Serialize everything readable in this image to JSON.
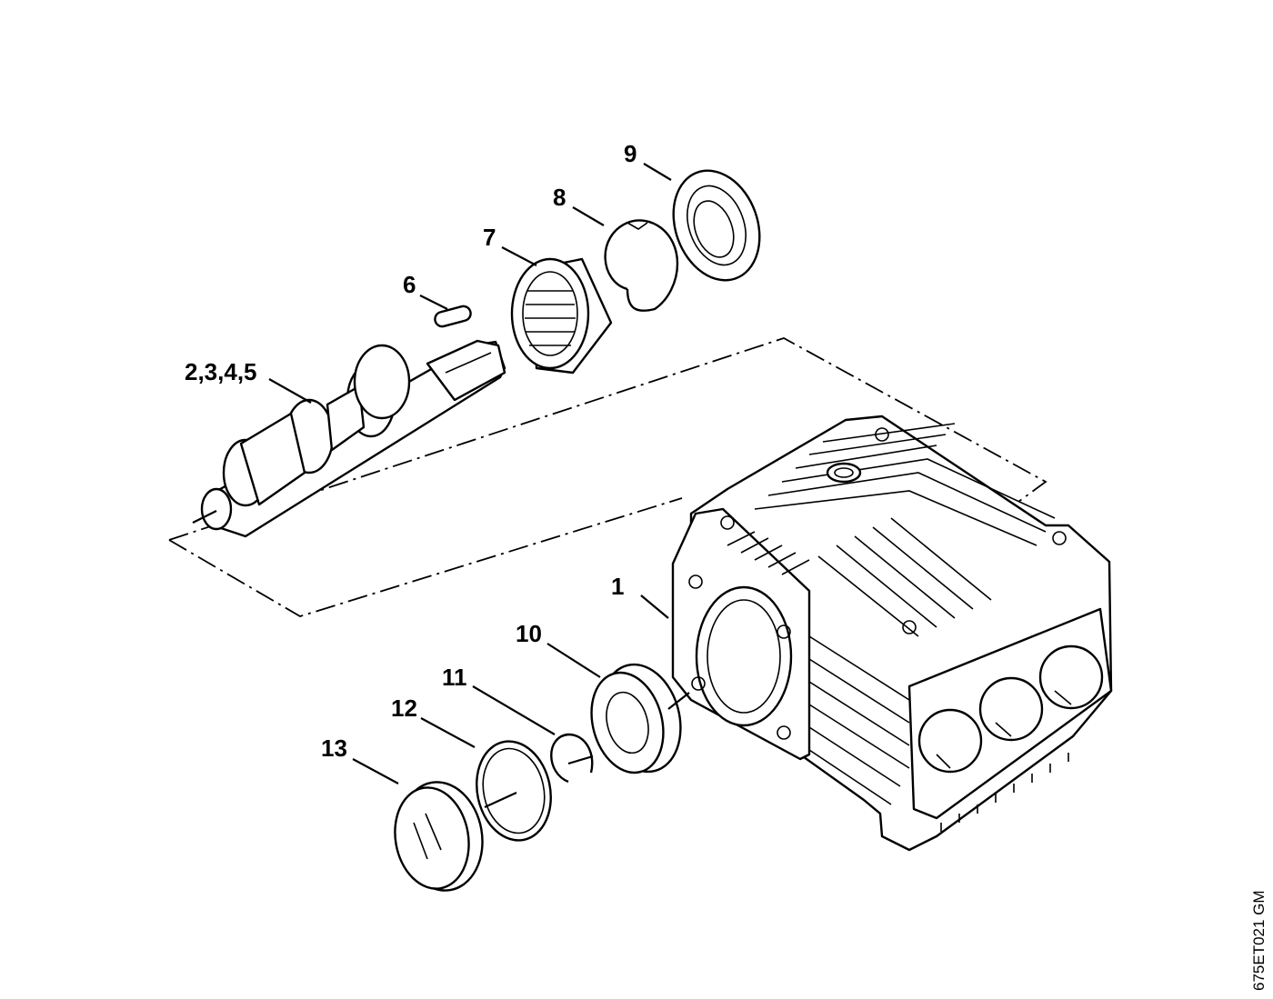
{
  "labels": {
    "p1": "1",
    "p2345": "2,3,4,5",
    "p6": "6",
    "p7": "7",
    "p8": "8",
    "p9": "9",
    "p10": "10",
    "p11": "11",
    "p12": "12",
    "p13": "13"
  },
  "drawing_code": "675ET021 GM"
}
